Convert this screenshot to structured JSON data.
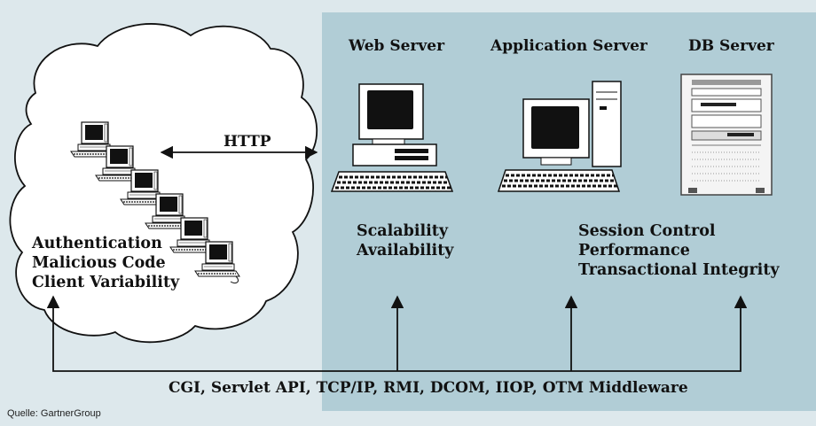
{
  "servers": {
    "web": "Web Server",
    "app": "Application Server",
    "db": "DB Server"
  },
  "http_label": "HTTP",
  "client_concerns": [
    "Authentication",
    "Malicious Code",
    "Client Variability"
  ],
  "web_concerns": [
    "Scalability",
    "Availability"
  ],
  "app_concerns": [
    "Session Control",
    "Performance",
    "Transactional Integrity"
  ],
  "protocols": "CGI, Servlet API, TCP/IP, RMI, DCOM, IIOP, OTM Middleware",
  "source": "Quelle: GartnerGroup",
  "colors": {
    "page_bg": "#dde8ec",
    "server_panel": "#b1cdd6",
    "cloud": "#ffffff",
    "ink": "#111111"
  }
}
